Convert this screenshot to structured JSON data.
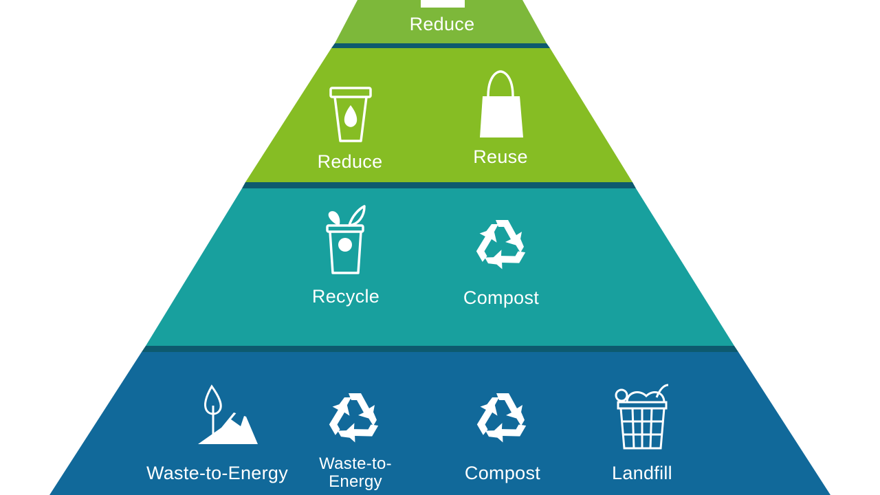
{
  "colors": {
    "tier1": "#7db83a",
    "tier2": "#86bd24",
    "tier3": "#18a09e",
    "tier4": "#11699a",
    "divider": "#0d5a6e",
    "icon": "#ffffff"
  },
  "tiers": [
    {
      "items": [
        {
          "label": "Reduce",
          "icon": "box-icon"
        }
      ]
    },
    {
      "items": [
        {
          "label": "Reduce",
          "icon": "cup-icon"
        },
        {
          "label": "Reuse",
          "icon": "bag-icon"
        }
      ]
    },
    {
      "items": [
        {
          "label": "Recycle",
          "icon": "plant-bin-icon"
        },
        {
          "label": "Compost",
          "icon": "recycle-icon"
        }
      ]
    },
    {
      "items": [
        {
          "label": "Waste-to-Energy",
          "icon": "landscape-icon"
        },
        {
          "label": "Waste-to-\nEnergy",
          "icon": "recycle-icon"
        },
        {
          "label": "Compost",
          "icon": "recycle-icon"
        },
        {
          "label": "Landfill",
          "icon": "basket-icon"
        }
      ]
    }
  ]
}
